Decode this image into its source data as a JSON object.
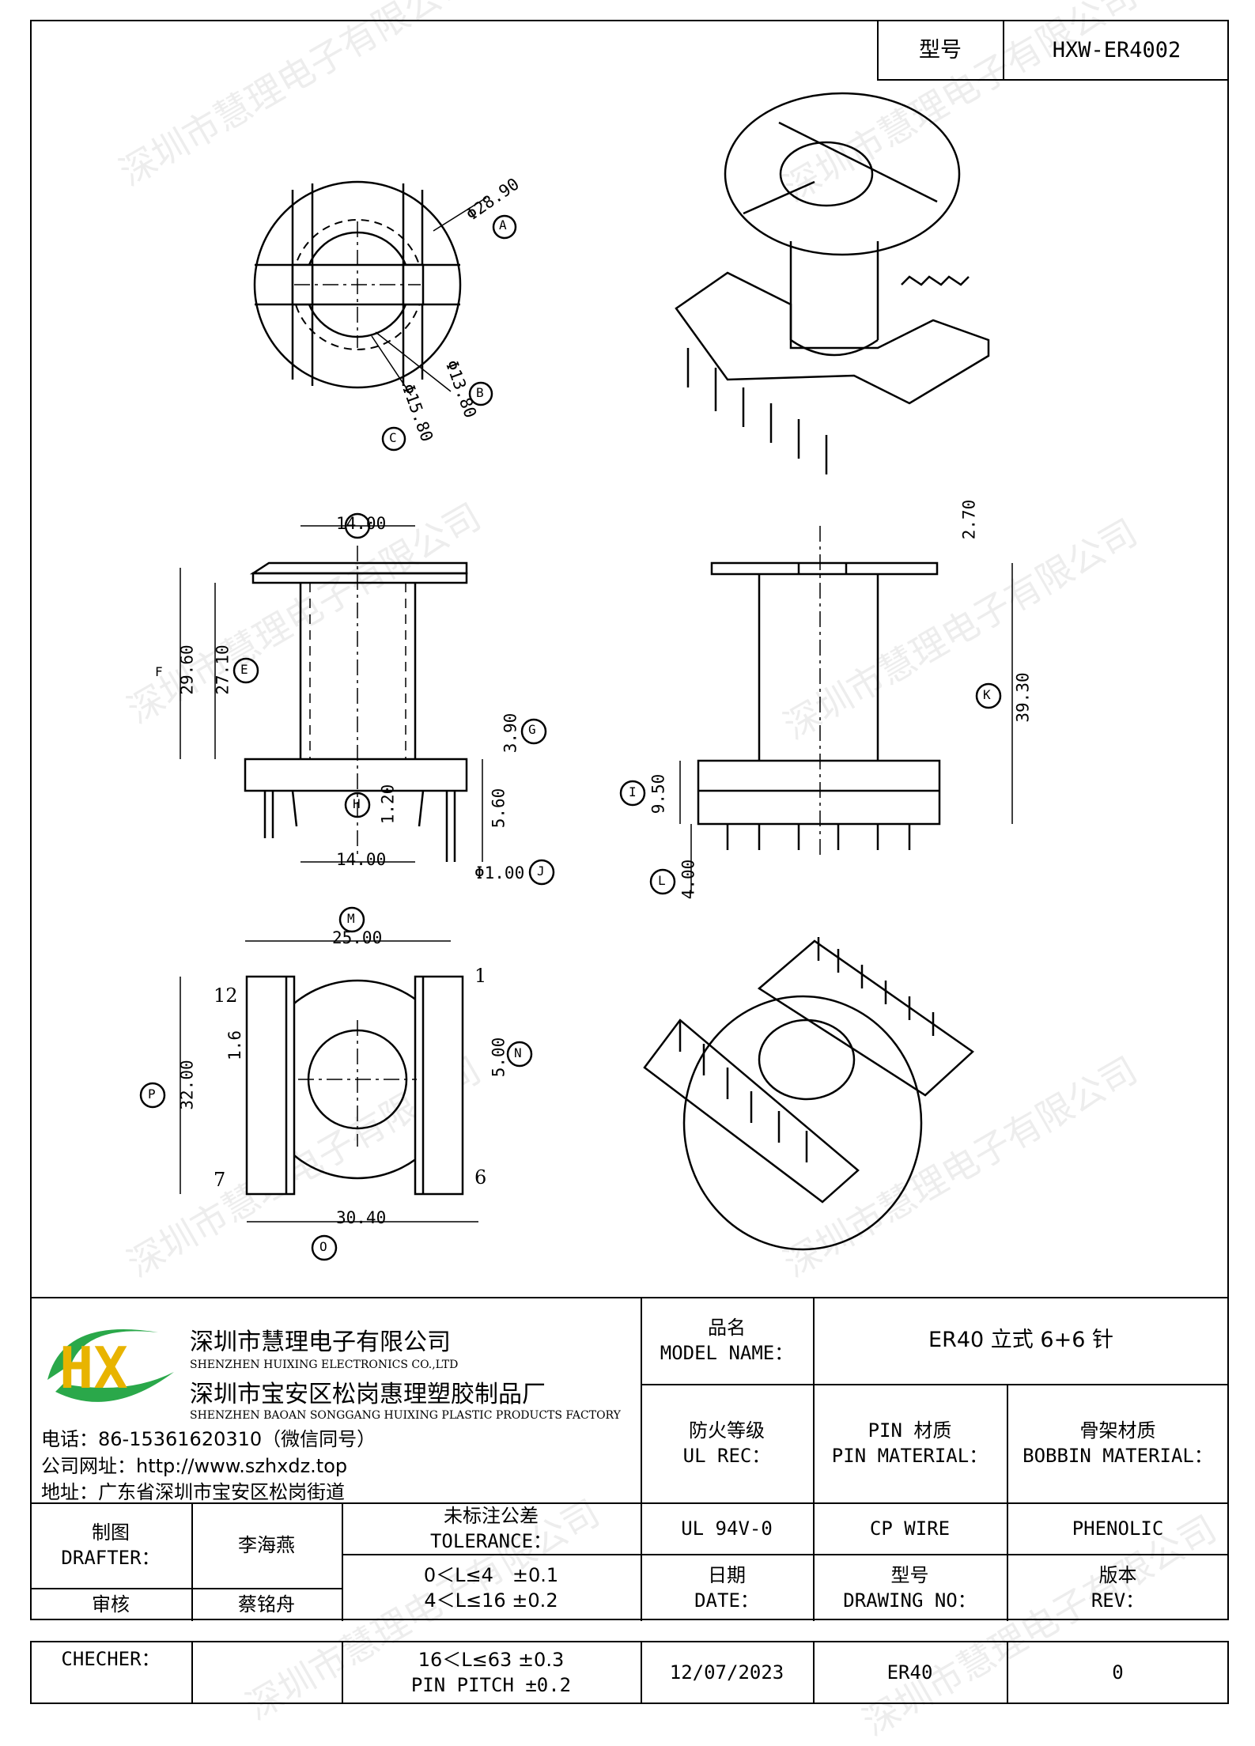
{
  "header": {
    "model_label": "型号",
    "model_value": "HXW-ER4002"
  },
  "watermark": "深圳市慧理电子有限公司",
  "dims": {
    "top_d_a": "Φ28.90",
    "ref_a": "A",
    "top_d_b": "Φ13.80",
    "ref_b": "B",
    "top_d_c": "Φ15.80",
    "ref_c": "C",
    "front_w_top": "14.00",
    "ref_d": "D",
    "front_h_outer": "29.60",
    "ref_f": "F",
    "front_h_inner": "27.10",
    "ref_e": "E",
    "front_flange": "3.90",
    "ref_g": "G",
    "front_wall": "1.20",
    "ref_h": "H",
    "front_base": "5.60",
    "front_w_bottom": "14.00",
    "pin_d": "Φ1.00",
    "ref_j": "J",
    "side_top": "2.70",
    "side_h": "39.30",
    "ref_k": "K",
    "side_base": "9.50",
    "ref_i": "I",
    "side_pin": "4.00",
    "ref_l": "L",
    "bot_w": "25.00",
    "ref_m": "M",
    "bot_h": "32.00",
    "ref_p": "P",
    "bot_pitch": "1.6",
    "bot_slot": "5.00",
    "ref_n": "N",
    "bot_w2": "30.40",
    "ref_o": "O",
    "pin_1": "1",
    "pin_6": "6",
    "pin_7": "7",
    "pin_12": "12"
  },
  "company": {
    "logo_text": "HX",
    "name_cn": "深圳市慧理电子有限公司",
    "name_en": "SHENZHEN HUIXING ELECTRONICS CO.,LTD",
    "factory_cn": "深圳市宝安区松岗惠理塑胶制品厂",
    "factory_en": "SHENZHEN BAOAN SONGGANG HUIXING PLASTIC PRODUCTS FACTORY",
    "phone": "电话：86-15361620310（微信同号）",
    "website": "公司网址：http://www.szhxdz.top",
    "address": "地址：广东省深圳市宝安区松岗街道"
  },
  "titleblock": {
    "model_name_cn": "品名",
    "model_name_en": "MODEL NAME：",
    "model_name_value": "ER40 立式 6+6 针",
    "ul_cn": "防火等级",
    "ul_en": "UL REC：",
    "pin_mat_cn": "PIN 材质",
    "pin_mat_en": "PIN MATERIAL：",
    "bobbin_cn": "骨架材质",
    "bobbin_en": "BOBBIN MATERIAL：",
    "ul_value": "UL 94V-0",
    "pin_value": "CP WIRE",
    "bobbin_value": "PHENOLIC",
    "drafter_cn": "制图",
    "drafter_en": "DRAFTER：",
    "drafter_name": "李海燕",
    "tol_cn": "未标注公差",
    "tol_en": "TOLERANCE：",
    "tol_1": "0＜L≤4　±0.1",
    "tol_2": "4＜L≤16 ±0.2",
    "tol_3": "16＜L≤63 ±0.3",
    "tol_4": "PIN PITCH ±0.2",
    "date_cn": "日期",
    "date_en": "DATE：",
    "drawing_cn": "型号",
    "drawing_en": "DRAWING NO：",
    "rev_cn": "版本",
    "rev_en": "REV：",
    "checker_cn": "审核",
    "checker_name": "蔡铭舟",
    "checker_en": "CHECHER：",
    "date_value": "12/07/2023",
    "drawing_value": "ER40",
    "rev_value": "0"
  }
}
